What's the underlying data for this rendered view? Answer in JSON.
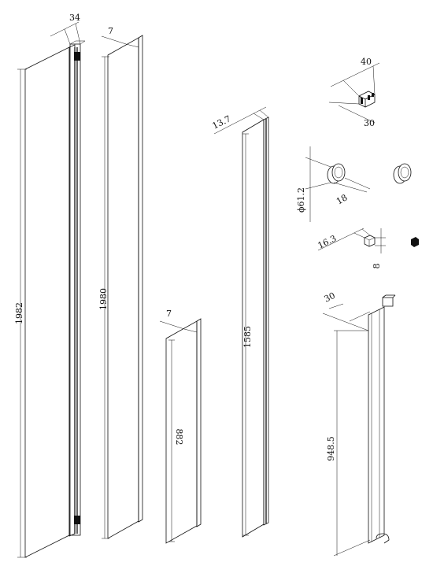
{
  "drawing": {
    "dimensions": {
      "panel_1_depth": "34",
      "panel_1_height": "1982",
      "panel_2_thickness": "7",
      "panel_2_height": "1980",
      "panel_3_thickness": "7",
      "panel_3_height": "882",
      "panel_4_thickness": "13.7",
      "panel_4_height": "1585",
      "clip_length": "40",
      "clip_width": "30",
      "knob_diameter": "ϕ61.2",
      "knob_depth": "18",
      "block_width": "16.3",
      "block_height": "8",
      "bar_depth": "30",
      "bar_length": "948.5"
    }
  }
}
